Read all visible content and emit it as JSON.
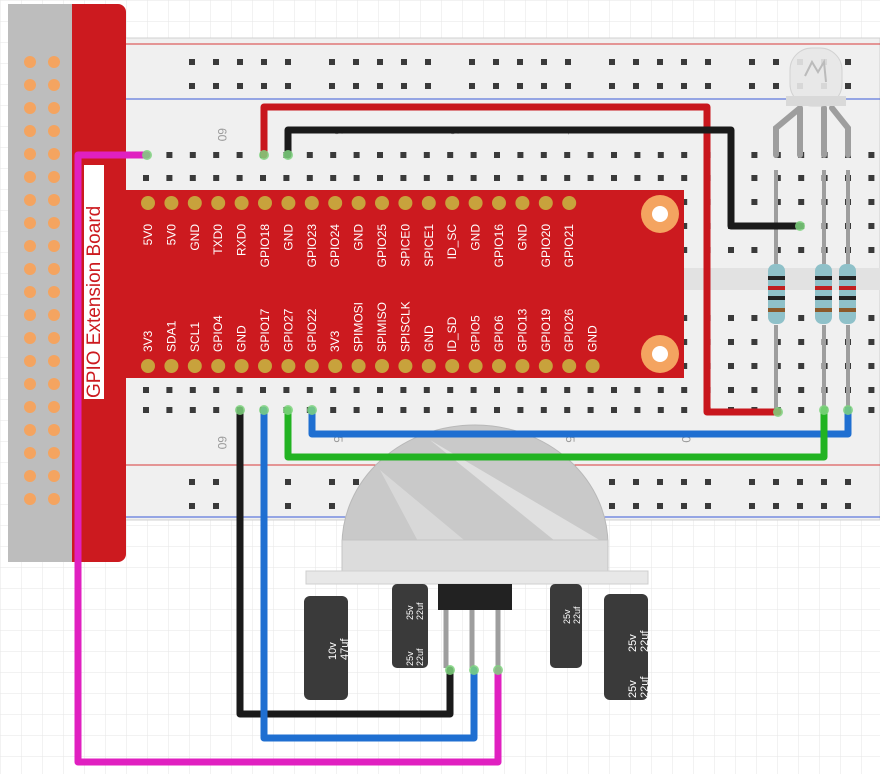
{
  "board": {
    "title": "GPIO Extension Board",
    "top_pins": [
      "5V0",
      "5V0",
      "GND",
      "TXD0",
      "RXD0",
      "GPIO18",
      "GND",
      "GPIO23",
      "GPIO24",
      "GND",
      "GPIO25",
      "SPICE0",
      "SPICE1",
      "ID_SC",
      "GND",
      "GPIO16",
      "GND",
      "GPIO20",
      "GPIO21"
    ],
    "bottom_pins": [
      "3V3",
      "SDA1",
      "SCL1",
      "GPIO4",
      "GND",
      "GPIO17",
      "GPIO27",
      "GPIO22",
      "3V3",
      "SPIMOSI",
      "SPIMISO",
      "SPISCLK",
      "GND",
      "ID_SD",
      "GPIO5",
      "GPIO6",
      "GPIO13",
      "GPIO19",
      "GPIO26",
      "GND"
    ]
  },
  "breadboard": {
    "column_numbers": [
      "60",
      "5",
      "5",
      "4",
      "60",
      "5",
      "0",
      "5"
    ]
  },
  "capacitors": [
    {
      "voltage": "10v",
      "capacitance": "47uf"
    },
    {
      "voltage": "25v",
      "capacitance": "22uf"
    },
    {
      "voltage": "25v",
      "capacitance": "22uf"
    },
    {
      "voltage": "25v",
      "capacitance": "22uf"
    },
    {
      "voltage": "25v",
      "capacitance": "22uf"
    }
  ],
  "colors": {
    "board_red": "#cc1a1f",
    "pin_gold": "#c8a23c",
    "header_orange": "#f4a460",
    "wire_red": "#c8161d",
    "wire_black": "#1a1a1a",
    "wire_blue": "#1f6fd1",
    "wire_green": "#22b322",
    "wire_magenta": "#e020c0",
    "breadboard": "#f2f2f2"
  }
}
